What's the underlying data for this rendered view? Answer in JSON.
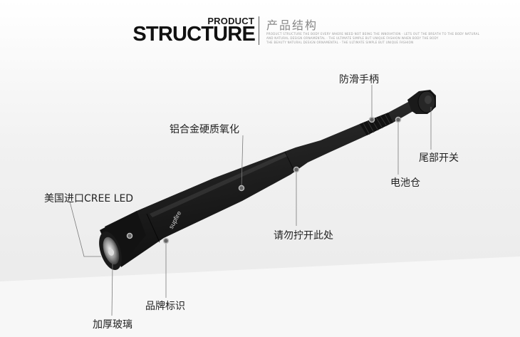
{
  "header": {
    "product": "PRODUCT",
    "structure": "STRUCTURE",
    "title_cn": "产品结构",
    "desc_lines": [
      "PRODUCT STRUCTURE THE BODY EVERY WHERE NEED NOT BEING THE INNOVATION · LETS OUT THE BREATH TO THE BODY NATURAL",
      "AND NATURAL DESIGN ORNAMENTAL · THE ULTIMATE SIMPLE BUT UNIQUE FASHION WHEN BODY THE BODY",
      "THE BEAUTY NATURAL DESIGN ORNAMENTAL · THE ULTIMATE SIMPLE BUT UNIQUE FASHION"
    ]
  },
  "labels": {
    "grip": "防滑手柄",
    "alloy": "铝合金硬质氧化",
    "tail_switch": "尾部开关",
    "battery": "电池仓",
    "led": "美国进口CREE LED",
    "no_twist": "请勿拧开此处",
    "brand": "品牌标识",
    "glass": "加厚玻璃"
  },
  "brand_mark": "supfire",
  "colors": {
    "body": "#1c1c1c",
    "callout_line": "#7a7a7a",
    "marker": "#9a9a9a",
    "text": "#222222"
  }
}
